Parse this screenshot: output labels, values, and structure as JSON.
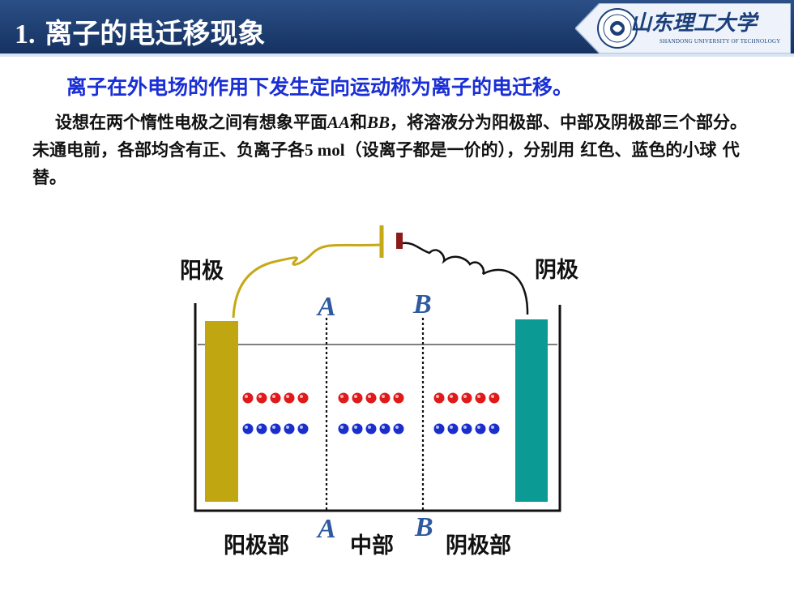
{
  "header": {
    "title_num": "1.",
    "title_text": "离子的电迁移现象",
    "logo_name": "山东理工大学",
    "logo_sub": "SHANDONG UNIVERSITY OF TECHNOLOGY"
  },
  "subtitle": "离子在外电场的作用下发生定向运动称为离子的电迁移。",
  "paragraph": {
    "p1": "设想在两个惰性电极之间有想象平面",
    "aa": "AA",
    "and": "和",
    "bb": "BB",
    "p2": "，将溶液分为阳极部、中部及阴极部三个部分。未通电前，各部均含有正、负离子各",
    "amount": "5 mol",
    "p3": "（设离子都是一价的），分别用 红色、蓝色的小球 代替。"
  },
  "diagram": {
    "anode_label": "阳极",
    "cathode_label": "阴极",
    "plane_a": "A",
    "plane_b": "B",
    "region_anode": "阳极部",
    "region_middle": "中部",
    "region_cathode": "阴极部",
    "ions_per_region": 5,
    "colors": {
      "cation": "#e01a1a",
      "anion": "#1a2ecc",
      "anode": "#c0a712",
      "cathode": "#0c9a94",
      "wire": "#c6a916"
    }
  }
}
